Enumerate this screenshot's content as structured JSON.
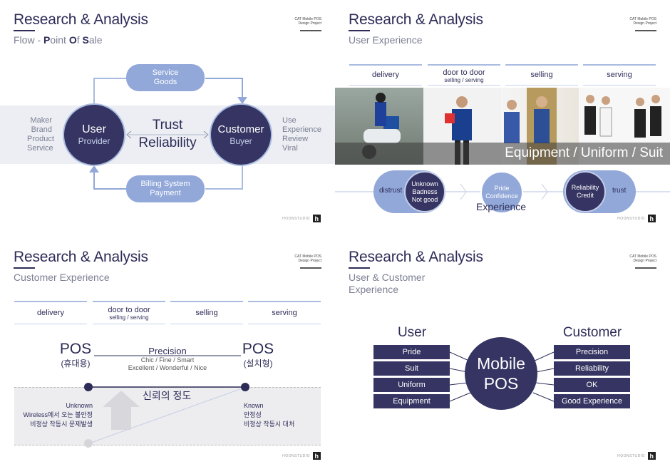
{
  "common": {
    "title": "Research & Analysis",
    "project_line1": "CAT Mobile POS",
    "project_line2": "Design Project",
    "studio": "HOONSTUDIO",
    "logo_mark": "h"
  },
  "panel1": {
    "subtitle_parts": [
      "Flow - ",
      "P",
      "oint ",
      "O",
      "f ",
      "S",
      "ale"
    ],
    "left_list": [
      "Maker",
      "Brand",
      "Product",
      "Service"
    ],
    "right_list": [
      "Use",
      "Experience",
      "Review",
      "Viral"
    ],
    "user_title": "User",
    "user_sub": "Provider",
    "customer_title": "Customer",
    "customer_sub": "Buyer",
    "center_line1": "Trust",
    "center_line2": "Reliability",
    "top_pill_line1": "Service",
    "top_pill_line2": "Goods",
    "bottom_pill_line1": "Billing System",
    "bottom_pill_line2": "Payment"
  },
  "panel2": {
    "subtitle": "User Experience",
    "tabs": [
      {
        "label": "delivery",
        "sub": ""
      },
      {
        "label": "door to door",
        "sub": "selling / serving"
      },
      {
        "label": "selling",
        "sub": ""
      },
      {
        "label": "serving",
        "sub": ""
      }
    ],
    "banner": "Equipment  /  Uniform  /  Suit",
    "left_word": "distrust",
    "right_word": "trust",
    "circle1": [
      "Unknown",
      "Badness",
      "Not good"
    ],
    "circle2": [
      "Pride",
      "Confidence"
    ],
    "circle3": [
      "Reliability",
      "Credit"
    ],
    "caption": "Experience"
  },
  "panel3": {
    "subtitle": "Customer Experience",
    "tabs": [
      {
        "label": "delivery",
        "sub": ""
      },
      {
        "label": "door to door",
        "sub": "selling / serving"
      },
      {
        "label": "selling",
        "sub": ""
      },
      {
        "label": "serving",
        "sub": ""
      }
    ],
    "pos_left": "POS",
    "pos_left_sub": "(휴대용)",
    "pos_right": "POS",
    "pos_right_sub": "(설치형)",
    "precision": "Precision",
    "precision_line1": "Chic  /  Fine  /  Smart",
    "precision_line2": "Excellent  /  Wonderful  /  Nice",
    "trust_degree": "신뢰의 정도",
    "left_notes": [
      "Unknown",
      "Wireless에서 오는 불안정",
      "비정상 작동시 문제발생"
    ],
    "right_notes": [
      "Known",
      "안정성",
      "비정상 작동시 대처"
    ]
  },
  "panel4": {
    "subtitle_line1": "User & Customer",
    "subtitle_line2": "Experience",
    "user_heading": "User",
    "customer_heading": "Customer",
    "center_line1": "Mobile",
    "center_line2": "POS",
    "user_items": [
      "Pride",
      "Suit",
      "Uniform",
      "Equipment"
    ],
    "customer_items": [
      "Precision",
      "Reliability",
      "OK",
      "Good Experience"
    ]
  },
  "colors": {
    "navy": "#353462",
    "accent_blue": "#92a8d9",
    "light_band": "#eceef3"
  }
}
